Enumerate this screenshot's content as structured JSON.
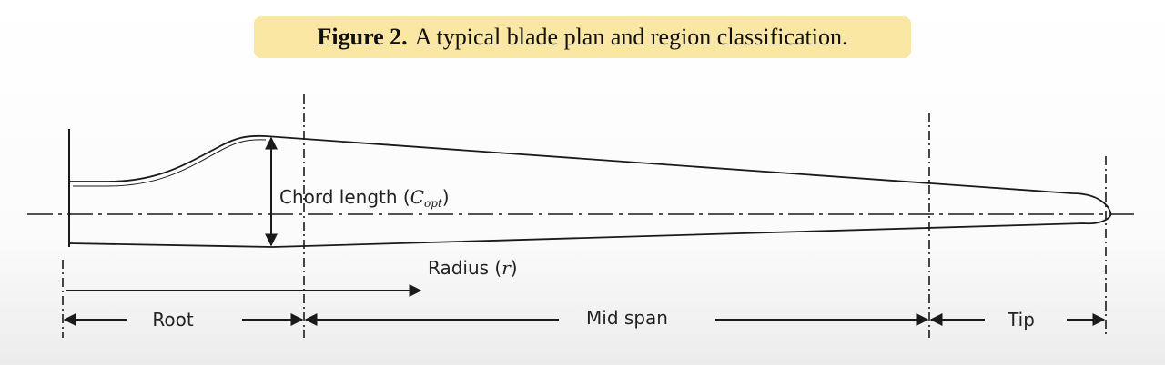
{
  "caption": {
    "figure_label": "Figure 2.",
    "text": "A typical blade plan and region classification."
  },
  "labels": {
    "chord_prefix": "Chord length (",
    "chord_symbol": "C",
    "chord_subscript": "opt",
    "chord_suffix": ")",
    "radius_prefix": "Radius (",
    "radius_symbol": "r",
    "radius_suffix": ")",
    "root": "Root",
    "mid_span": "Mid span",
    "tip": "Tip"
  },
  "colors": {
    "caption_highlight": "#fbe7a4",
    "line": "#1a1a1a"
  }
}
